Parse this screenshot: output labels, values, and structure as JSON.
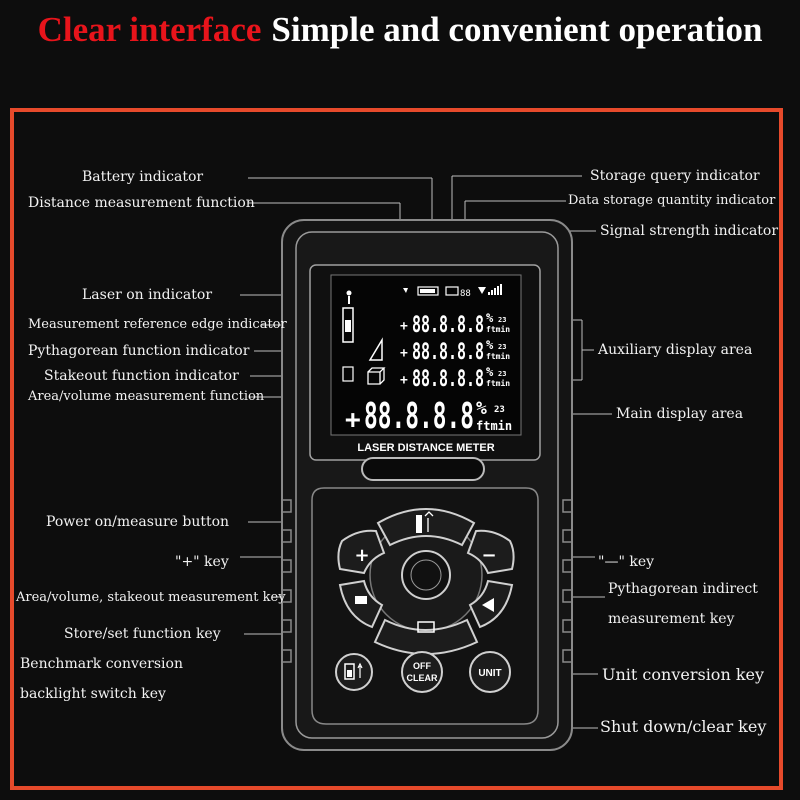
{
  "headline": {
    "red": "Clear interface",
    "white": "Simple and convenient operation"
  },
  "device": {
    "brand_text": "LASER DISTANCE METER",
    "lcd": {
      "aux_digits": "88.8.8.8",
      "main_digits": "88.8.8.8",
      "unit_text": "ftmin",
      "percent": "%",
      "sup": "23",
      "sign": "+"
    },
    "keys": {
      "plus": "+",
      "minus": "−",
      "off_clear_top": "OFF",
      "off_clear_bottom": "CLEAR",
      "unit": "UNIT"
    }
  },
  "labels_left": {
    "battery": "Battery indicator",
    "distance": "Distance measurement function",
    "laser": "Laser on indicator",
    "reference": "Measurement reference edge indicator",
    "pythagorean": "Pythagorean function indicator",
    "stakeout": "Stakeout function indicator",
    "area": "Area/volume measurement function",
    "power": "Power on/measure button",
    "plus_key": "\"+\" key",
    "area_key": "Area/volume, stakeout measurement key",
    "store_key": "Store/set function key",
    "benchmark_1": "Benchmark conversion",
    "benchmark_2": "backlight switch key"
  },
  "labels_right": {
    "storage_query": "Storage query indicator",
    "data_storage": "Data storage quantity indicator",
    "signal": "Signal strength indicator",
    "aux_area": "Auxiliary display area",
    "main_area": "Main display area",
    "minus_key": "\"—\" key",
    "pyth_key_1": "Pythagorean indirect",
    "pyth_key_2": "measurement key",
    "unit_key": "Unit conversion key",
    "shutdown_key": "Shut down/clear key"
  }
}
